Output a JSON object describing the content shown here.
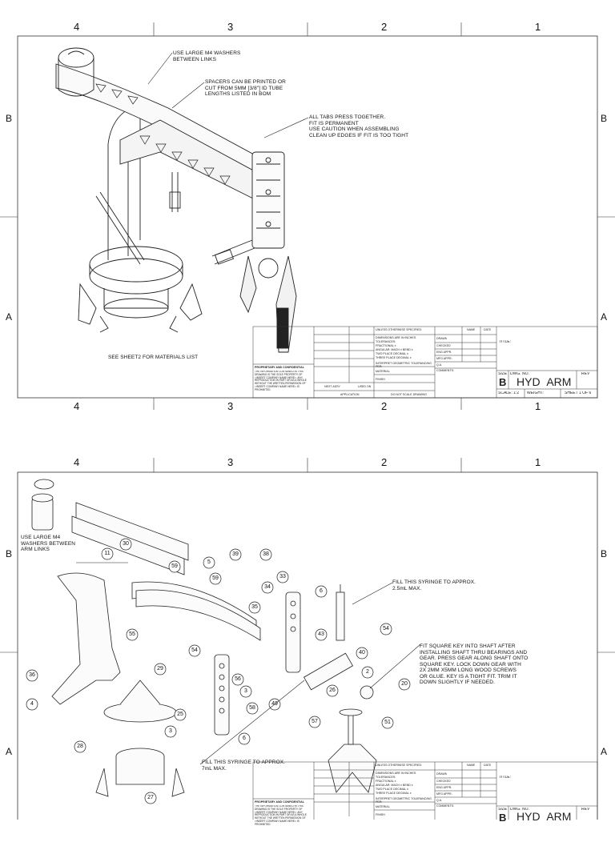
{
  "zones": {
    "top_numbers": [
      "4",
      "3",
      "2",
      "1"
    ],
    "side_letters": [
      "B",
      "A"
    ]
  },
  "sheet1": {
    "notes": {
      "washers": "USE LARGE M4 WASHERS\nBETWEEN LINKS",
      "spacers": "SPACERS CAN BE PRINTED OR\nCUT FROM 5MM [3/8\"] ID TUBE\nLENGTHS LISTED IN BOM",
      "tabs": "ALL TABS PRESS TOGETHER.\nFIT IS PERMANENT\nUSE CAUTION WHEN ASSEMBLING\nCLEAN UP EDGES IF FIT IS TOO TIGHT",
      "materials": "SEE SHEET2 FOR MATERIALS LIST"
    },
    "title_block": {
      "size_label": "SIZE",
      "size": "B",
      "dwg_no_label": "DWG. NO.",
      "dwg_no": "HYD_ARM",
      "rev_label": "REV",
      "scale": "SCALE: 1:2",
      "weight": "WEIGHT:",
      "sheet": "SHEET 1 OF 6",
      "title_label": "TITLE:"
    }
  },
  "sheet2": {
    "notes": {
      "washers": "USE LARGE M4\nWASHERS BETWEEN\nARM LINKS",
      "syringe_small": "FILL THIS SYRINGE TO APPROX.\n2.5mL MAX.",
      "key": "FIT SQUARE KEY INTO SHAFT AFTER\nINSTALLING SHAFT THRU BEARINGS AND\nGEAR. PRESS GEAR ALONG SHAFT ONTO\nSQUARE KEY. LOCK DOWN GEAR WITH\n2X 2MM X5MM LONG WOOD SCREWS\nOR GLUE. KEY IS A TIGHT FIT. TRIM IT\nDOWN SLIGHTLY IF NEEDED.",
      "syringe_large": "FILL THIS SYRINGE TO APPROX.\n7mL MAX."
    },
    "balloons": [
      "30",
      "11",
      "59",
      "5",
      "59",
      "39",
      "38",
      "33",
      "34",
      "6",
      "35",
      "43",
      "54",
      "40",
      "55",
      "54",
      "2",
      "29",
      "36",
      "56",
      "3",
      "58",
      "49",
      "26",
      "20",
      "4",
      "25",
      "57",
      "51",
      "28",
      "3",
      "6",
      "27"
    ],
    "title_block": {
      "size_label": "SIZE",
      "size": "B",
      "dwg_no_label": "DWG. NO.",
      "dwg_no": "HYD_ARM",
      "rev_label": "REV",
      "title_label": "TITLE:"
    }
  },
  "title_block_common": {
    "unless": "UNLESS OTHERWISE SPECIFIED:",
    "dims": "DIMENSIONS ARE IN INCHES",
    "tol": "TOLERANCES:",
    "frac": "FRACTIONAL ±",
    "ang": "ANGULAR: MACH ±  BEND ±",
    "two_place": "TWO PLACE DECIMAL  ±",
    "three_place": "THREE PLACE DECIMAL ±",
    "interpret": "INTERPRET GEOMETRIC TOLERANCING PER:",
    "material": "MATERIAL",
    "finish": "FINISH",
    "next_assy": "NEXT ASSY",
    "used_on": "USED ON",
    "application": "APPLICATION",
    "do_not_scale": "DO NOT SCALE DRAWING",
    "name": "NAME",
    "date": "DATE",
    "drawn": "DRAWN",
    "checked": "CHECKED",
    "eng_appr": "ENG APPR.",
    "mfg_appr": "MFG APPR.",
    "qa": "Q.A.",
    "comments": "COMMENTS:",
    "proprietary": "PROPRIETARY AND CONFIDENTIAL",
    "prop_text": "THE INFORMATION CONTAINED IN THIS DRAWING IS THE SOLE PROPERTY OF <INSERT COMPANY NAME HERE>. ANY REPRODUCTION IN PART OR AS A WHOLE WITHOUT THE WRITTEN PERMISSION OF <INSERT COMPANY NAME HERE> IS PROHIBITED."
  }
}
